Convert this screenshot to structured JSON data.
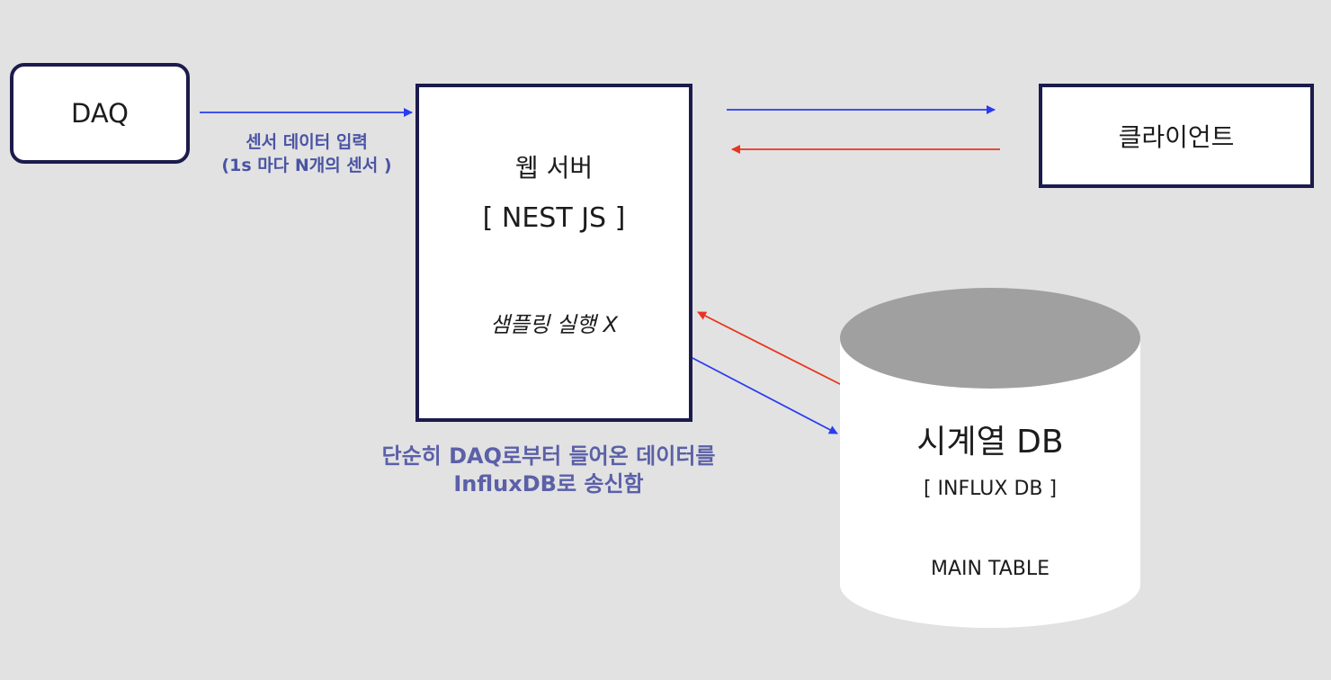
{
  "nodes": {
    "daq": {
      "label": "DAQ"
    },
    "web_server": {
      "title": "웹 서버",
      "framework": "[ NEST JS ]",
      "note": "샘플링 실행 X"
    },
    "client": {
      "label": "클라이언트"
    },
    "database": {
      "title": "시계열 DB",
      "subtitle": "[ INFLUX DB ]",
      "table": "MAIN TABLE"
    }
  },
  "captions": {
    "daq_to_server": [
      "센서 데이터 입력",
      "(1s 마다 N개의 센서 )"
    ],
    "server_to_db": [
      "단순히 DAQ로부터 들어온 데이터를",
      "InfluxDB로 송신함"
    ]
  },
  "colors": {
    "background": "#e2e2e2",
    "node_border": "#1b1b4d",
    "arrow_blue": "#2a3cf0",
    "arrow_red": "#e8351f",
    "caption_blue": "#4a54a4",
    "db_top": "#a0a0a0"
  }
}
